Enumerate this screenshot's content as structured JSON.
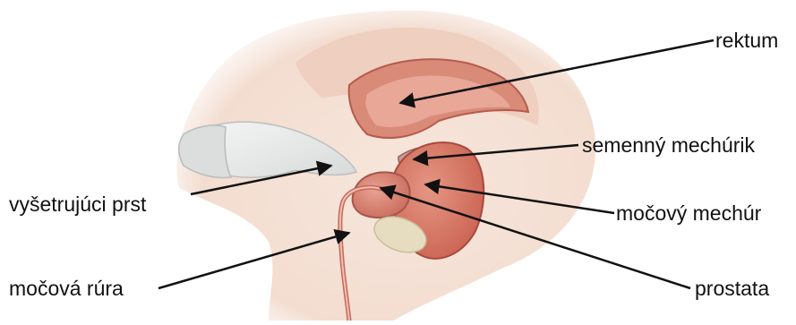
{
  "diagram": {
    "labels": {
      "rectum": "rektum",
      "seminal_vesicle": "semenný mechúrik",
      "examining_finger": "vyšetrujúci prst",
      "bladder": "močový mechúr",
      "urethra": "močová rúra",
      "prostate": "prostata"
    }
  },
  "colors": {
    "skin": "#f3ddd0",
    "tissue": "#e9b9a8",
    "organ": "#d77a66",
    "organ_dark": "#b9534a",
    "bone": "#e6dcc0",
    "glove": "#e9eaea",
    "line": "#111111"
  }
}
